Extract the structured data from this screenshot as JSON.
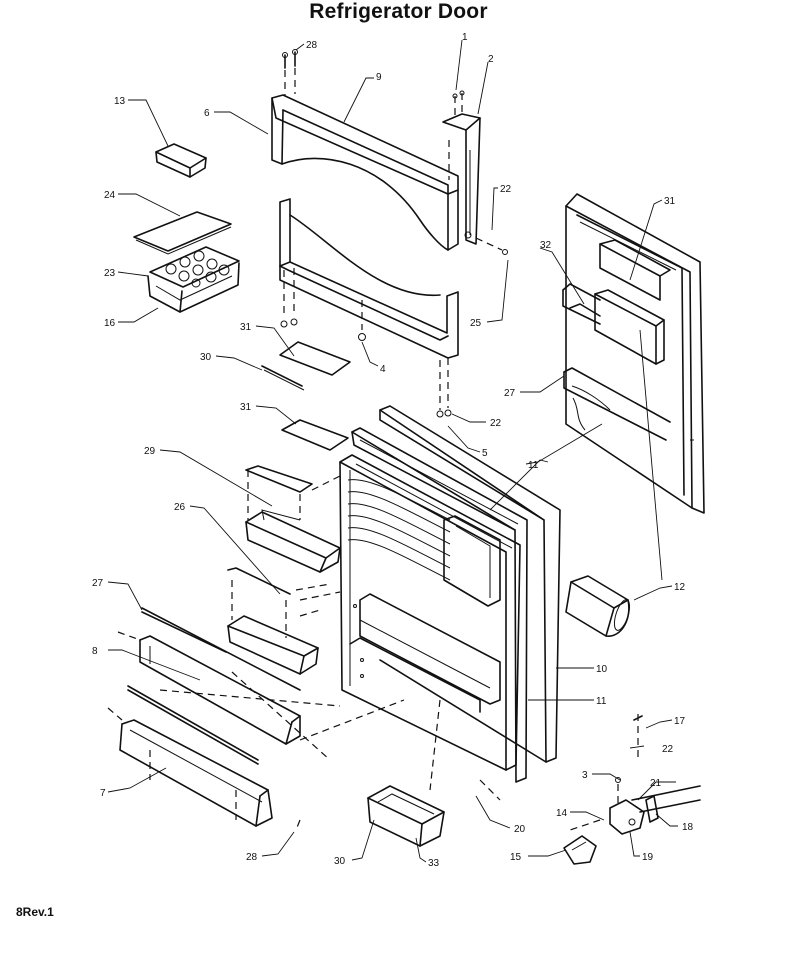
{
  "title": "Refrigerator Door",
  "footer": "8Rev.1",
  "callouts": [
    {
      "id": "c28a",
      "text": "28"
    },
    {
      "id": "c1",
      "text": "1"
    },
    {
      "id": "c2",
      "text": "2"
    },
    {
      "id": "c13",
      "text": "13"
    },
    {
      "id": "c6",
      "text": "6"
    },
    {
      "id": "c9",
      "text": "9"
    },
    {
      "id": "c24",
      "text": "24"
    },
    {
      "id": "c22a",
      "text": "22"
    },
    {
      "id": "c31a",
      "text": "31"
    },
    {
      "id": "c23",
      "text": "23"
    },
    {
      "id": "c32",
      "text": "32"
    },
    {
      "id": "c16",
      "text": "16"
    },
    {
      "id": "c25",
      "text": "25"
    },
    {
      "id": "c31b",
      "text": "31"
    },
    {
      "id": "c30a",
      "text": "30"
    },
    {
      "id": "c4",
      "text": "4"
    },
    {
      "id": "c27a",
      "text": "27"
    },
    {
      "id": "c31c",
      "text": "31"
    },
    {
      "id": "c22b",
      "text": "22"
    },
    {
      "id": "c5",
      "text": "5"
    },
    {
      "id": "c29",
      "text": "29"
    },
    {
      "id": "c11a",
      "text": "11"
    },
    {
      "id": "c26",
      "text": "26"
    },
    {
      "id": "c12",
      "text": "12"
    },
    {
      "id": "c27b",
      "text": "27"
    },
    {
      "id": "c8",
      "text": "8"
    },
    {
      "id": "c10",
      "text": "10"
    },
    {
      "id": "c11b",
      "text": "11"
    },
    {
      "id": "c17",
      "text": "17"
    },
    {
      "id": "c22c",
      "text": "22"
    },
    {
      "id": "c3",
      "text": "3"
    },
    {
      "id": "c21",
      "text": "21"
    },
    {
      "id": "c7",
      "text": "7"
    },
    {
      "id": "c14",
      "text": "14"
    },
    {
      "id": "c18",
      "text": "18"
    },
    {
      "id": "c20",
      "text": "20"
    },
    {
      "id": "c28b",
      "text": "28"
    },
    {
      "id": "c15",
      "text": "15"
    },
    {
      "id": "c19",
      "text": "19"
    },
    {
      "id": "c30b",
      "text": "30"
    },
    {
      "id": "c33",
      "text": "33"
    }
  ]
}
